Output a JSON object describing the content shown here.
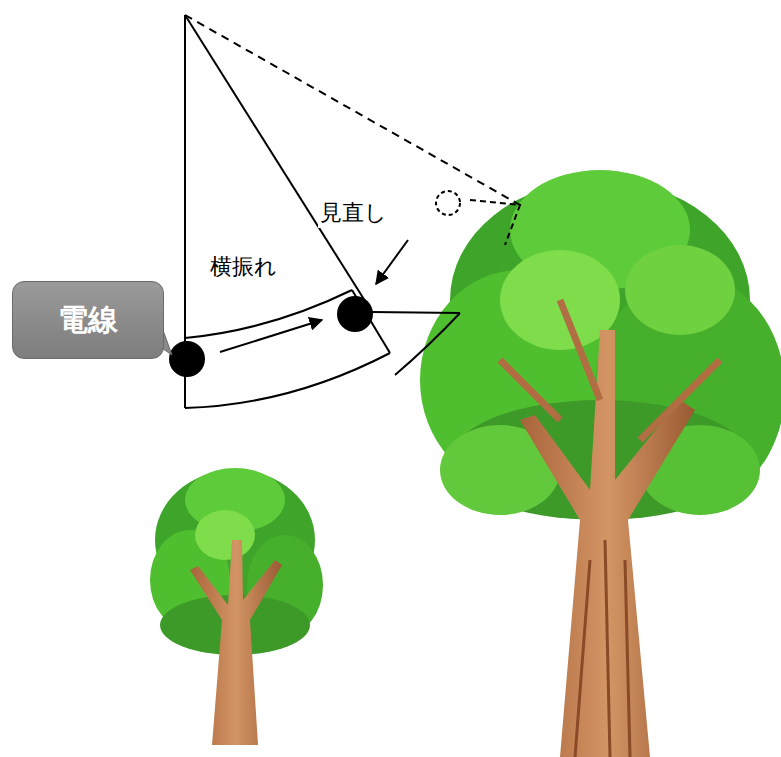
{
  "diagram": {
    "nodes": [
      {
        "text": [
          "電線"
        ]
      }
    ],
    "labels": [
      "横振れ",
      "見直し"
    ]
  }
}
